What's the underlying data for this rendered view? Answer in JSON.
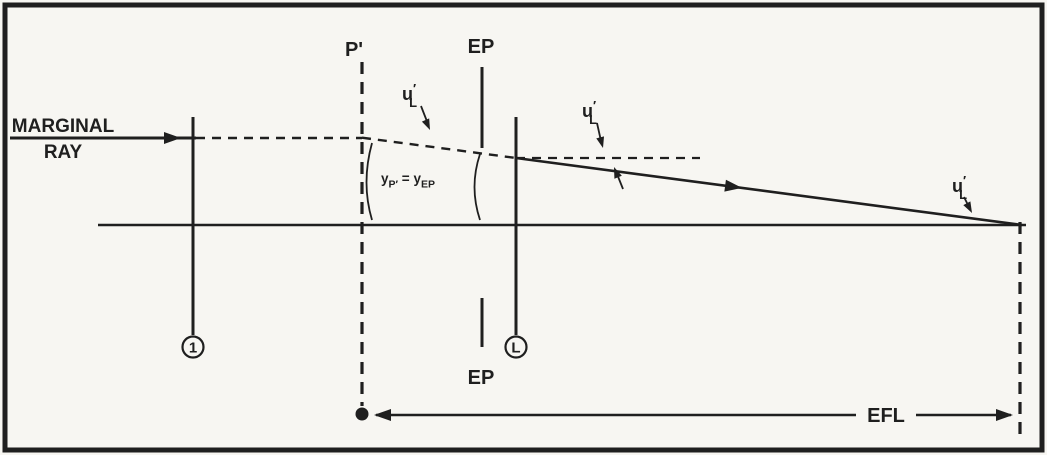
{
  "figure": {
    "background": "#f7f6f2",
    "ink": "#1f1f1f",
    "description_labels_only": true
  },
  "labels": {
    "marginal_ray": {
      "line1": "MARGINAL",
      "line2": "RAY"
    },
    "p_prime": "P'",
    "ep_top": "EP",
    "ep_bottom": "EP",
    "surface_first": "1",
    "surface_last": "L",
    "efl": "EFL",
    "angle": {
      "base": "u",
      "prime": "′",
      "sub": "L"
    },
    "height": {
      "y1": "y",
      "sub1": "P′",
      "eq": " = ",
      "y2": "y",
      "sub2": "EP"
    }
  }
}
